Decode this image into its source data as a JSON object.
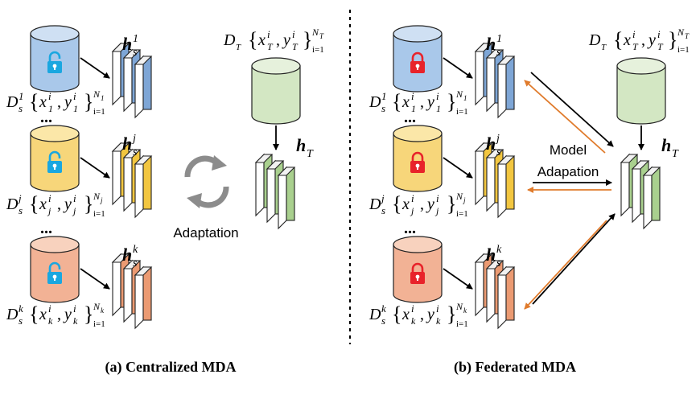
{
  "panels": {
    "left": {
      "caption": "(a) Centralized MDA",
      "adapt_label": "Adaptation"
    },
    "right": {
      "caption": "(b) Federated MDA",
      "adapt_label_line1": "Model",
      "adapt_label_line2": "Adapation"
    }
  },
  "sources": [
    {
      "D_sup": "1",
      "x_sub": "1",
      "y_sub": "1",
      "N_sub": "1",
      "h_sup": "1",
      "color": "#a9c8ea",
      "top_color": "#cfe0f3",
      "layer_color": "#7ea6d6"
    },
    {
      "D_sup": "j",
      "x_sub": "j",
      "y_sub": "j",
      "N_sub": "j",
      "h_sup": "j",
      "color": "#f7d67a",
      "top_color": "#fbe7a8",
      "layer_color": "#f2c640"
    },
    {
      "D_sup": "k",
      "x_sub": "k",
      "y_sub": "k",
      "N_sub": "k",
      "h_sup": "k",
      "color": "#f2b295",
      "top_color": "#f8d2be",
      "layer_color": "#eb9a72"
    }
  ],
  "target": {
    "D_sub": "T",
    "x_sub": "T",
    "y_sub": "T",
    "N_sub": "T",
    "h_sub": "T",
    "color": "#d3e7c3",
    "top_color": "#e6f1dc",
    "layer_color": "#a9d08e"
  },
  "common": {
    "D": "D",
    "s": "s",
    "x": "x",
    "y": "y",
    "i": "i",
    "N": "N",
    "h": "h",
    "comma": ",",
    "lbrace": "{",
    "rbrace": "}",
    "eq1": "i=1",
    "dots": "..."
  },
  "colors": {
    "lock_open": "#1aa7e0",
    "lock_closed": "#e8232a",
    "arrow_black": "#000000",
    "arrow_orange": "#e07b2c",
    "refresh": "#8c8c8c"
  },
  "icons": {
    "open_lock": "open-lock-icon",
    "closed_lock": "closed-lock-icon",
    "refresh": "refresh-icon"
  }
}
